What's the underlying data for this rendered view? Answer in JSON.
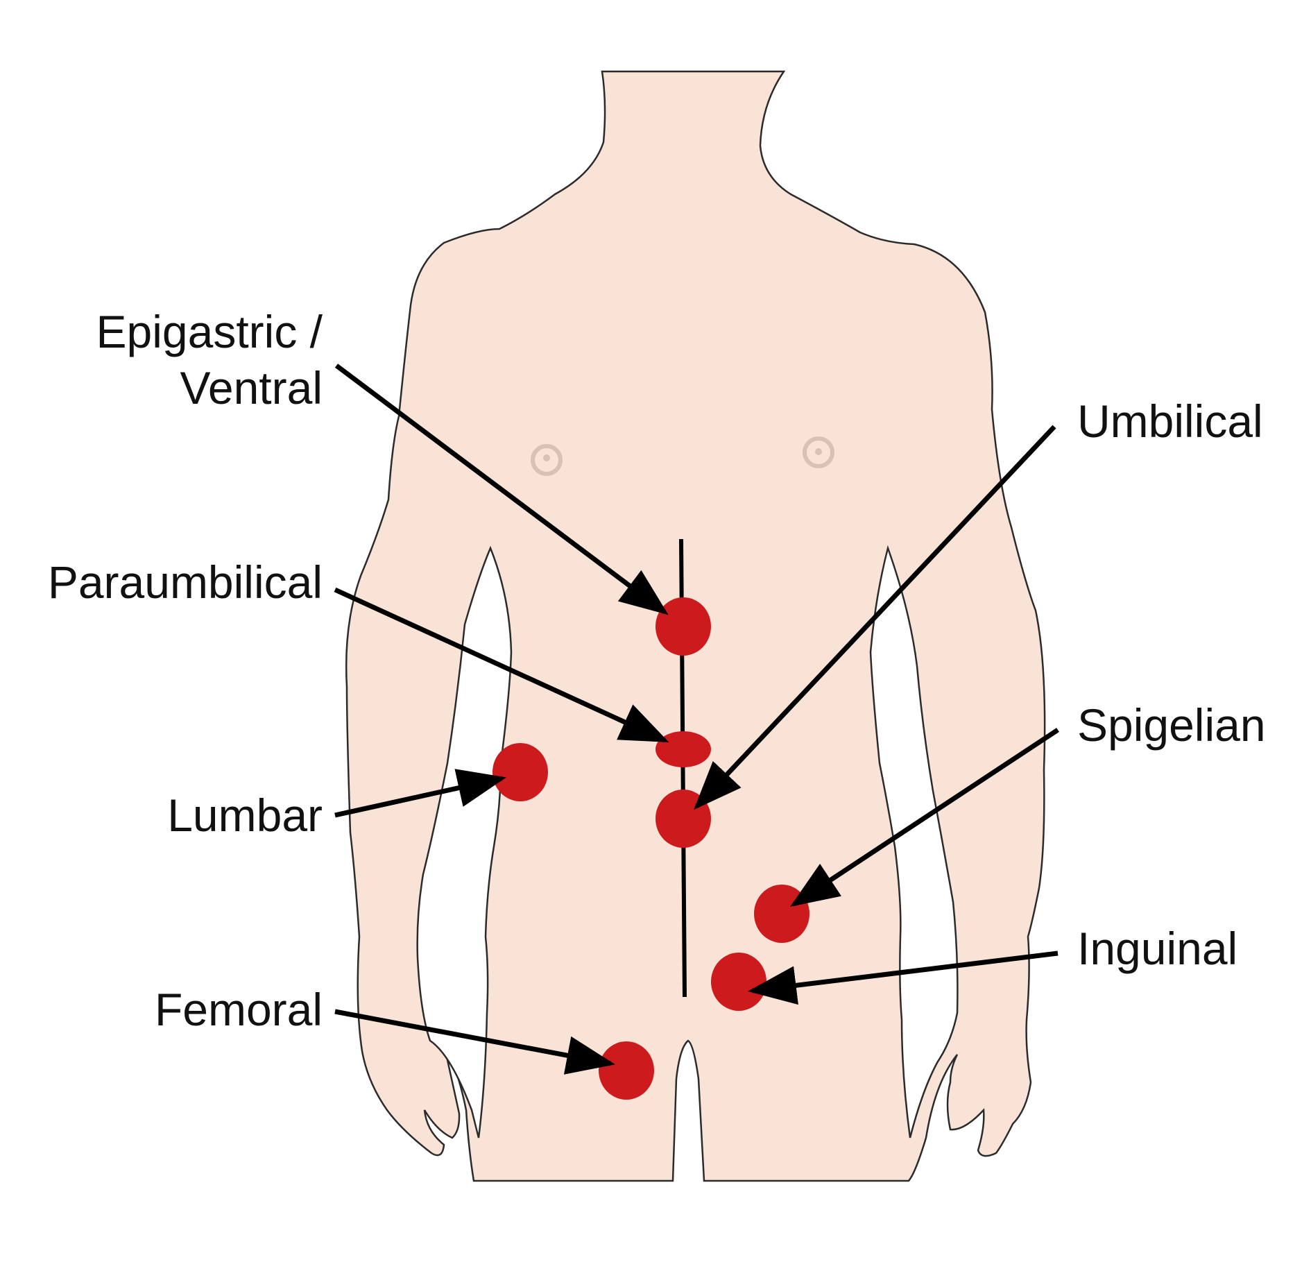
{
  "colors": {
    "skin": "#f9e3d7",
    "outline": "#2b2b2b",
    "marker": "#cc1a1d",
    "line": "#000000",
    "nipple": "#d8c2b8"
  },
  "labels": {
    "epigastric_line1": "Epigastric /",
    "epigastric_line2": "Ventral",
    "paraumbilical": "Paraumbilical",
    "lumbar": "Lumbar",
    "femoral": "Femoral",
    "umbilical": "Umbilical",
    "spigelian": "Spigelian",
    "inguinal": "Inguinal"
  }
}
